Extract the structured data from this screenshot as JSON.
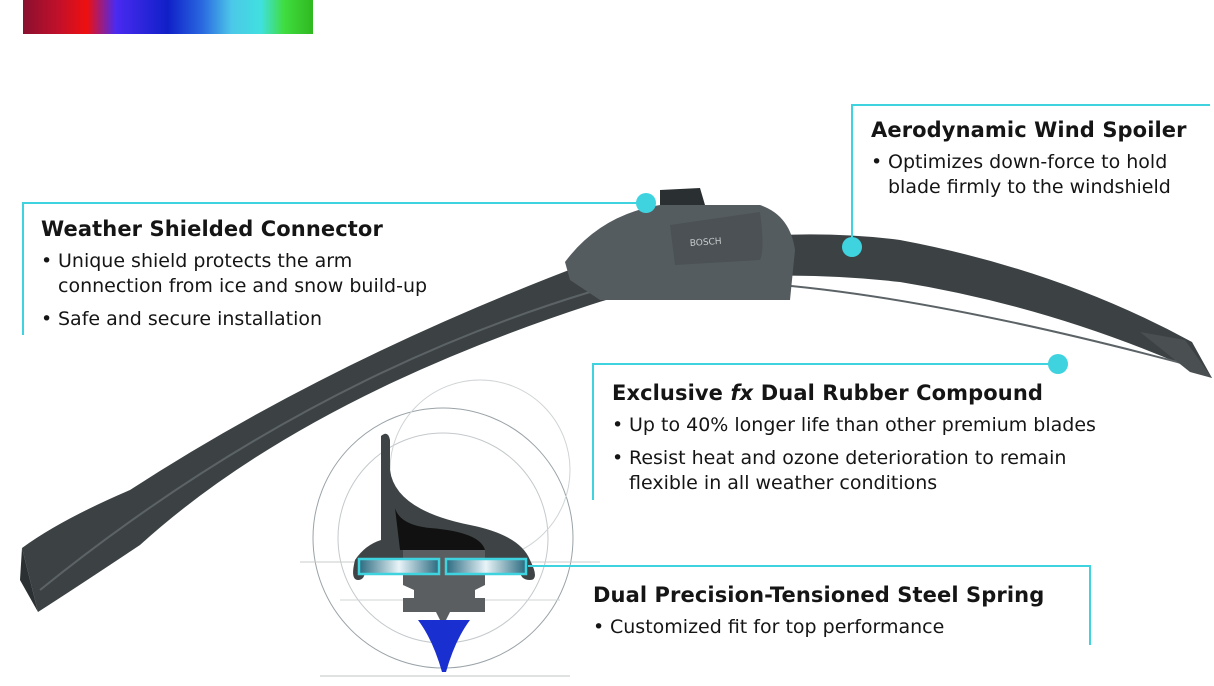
{
  "colors": {
    "accent_line": "#3fd3df",
    "blade": "#3c4244",
    "spring_blue": "#1a2fd0"
  },
  "logo_text": "BOSCH",
  "callouts": {
    "connector": {
      "title": "Weather Shielded Connector",
      "bullets": [
        "Unique shield protects the arm\nconnection from ice and snow build-up",
        "Safe and secure installation"
      ]
    },
    "spoiler": {
      "title": "Aerodynamic Wind Spoiler",
      "bullets": [
        "Optimizes down-force to hold\nblade firmly to the windshield"
      ]
    },
    "rubber": {
      "title_prefix": "Exclusive ",
      "title_italic": "fx",
      "title_suffix": " Dual Rubber Compound",
      "bullets": [
        "Up to 40% longer life than other premium blades",
        "Resist heat and ozone deterioration to remain\nflexible in all weather conditions"
      ]
    },
    "spring": {
      "title": "Dual Precision-Tensioned Steel Spring",
      "bullets": [
        "Customized fit for top performance"
      ]
    }
  }
}
